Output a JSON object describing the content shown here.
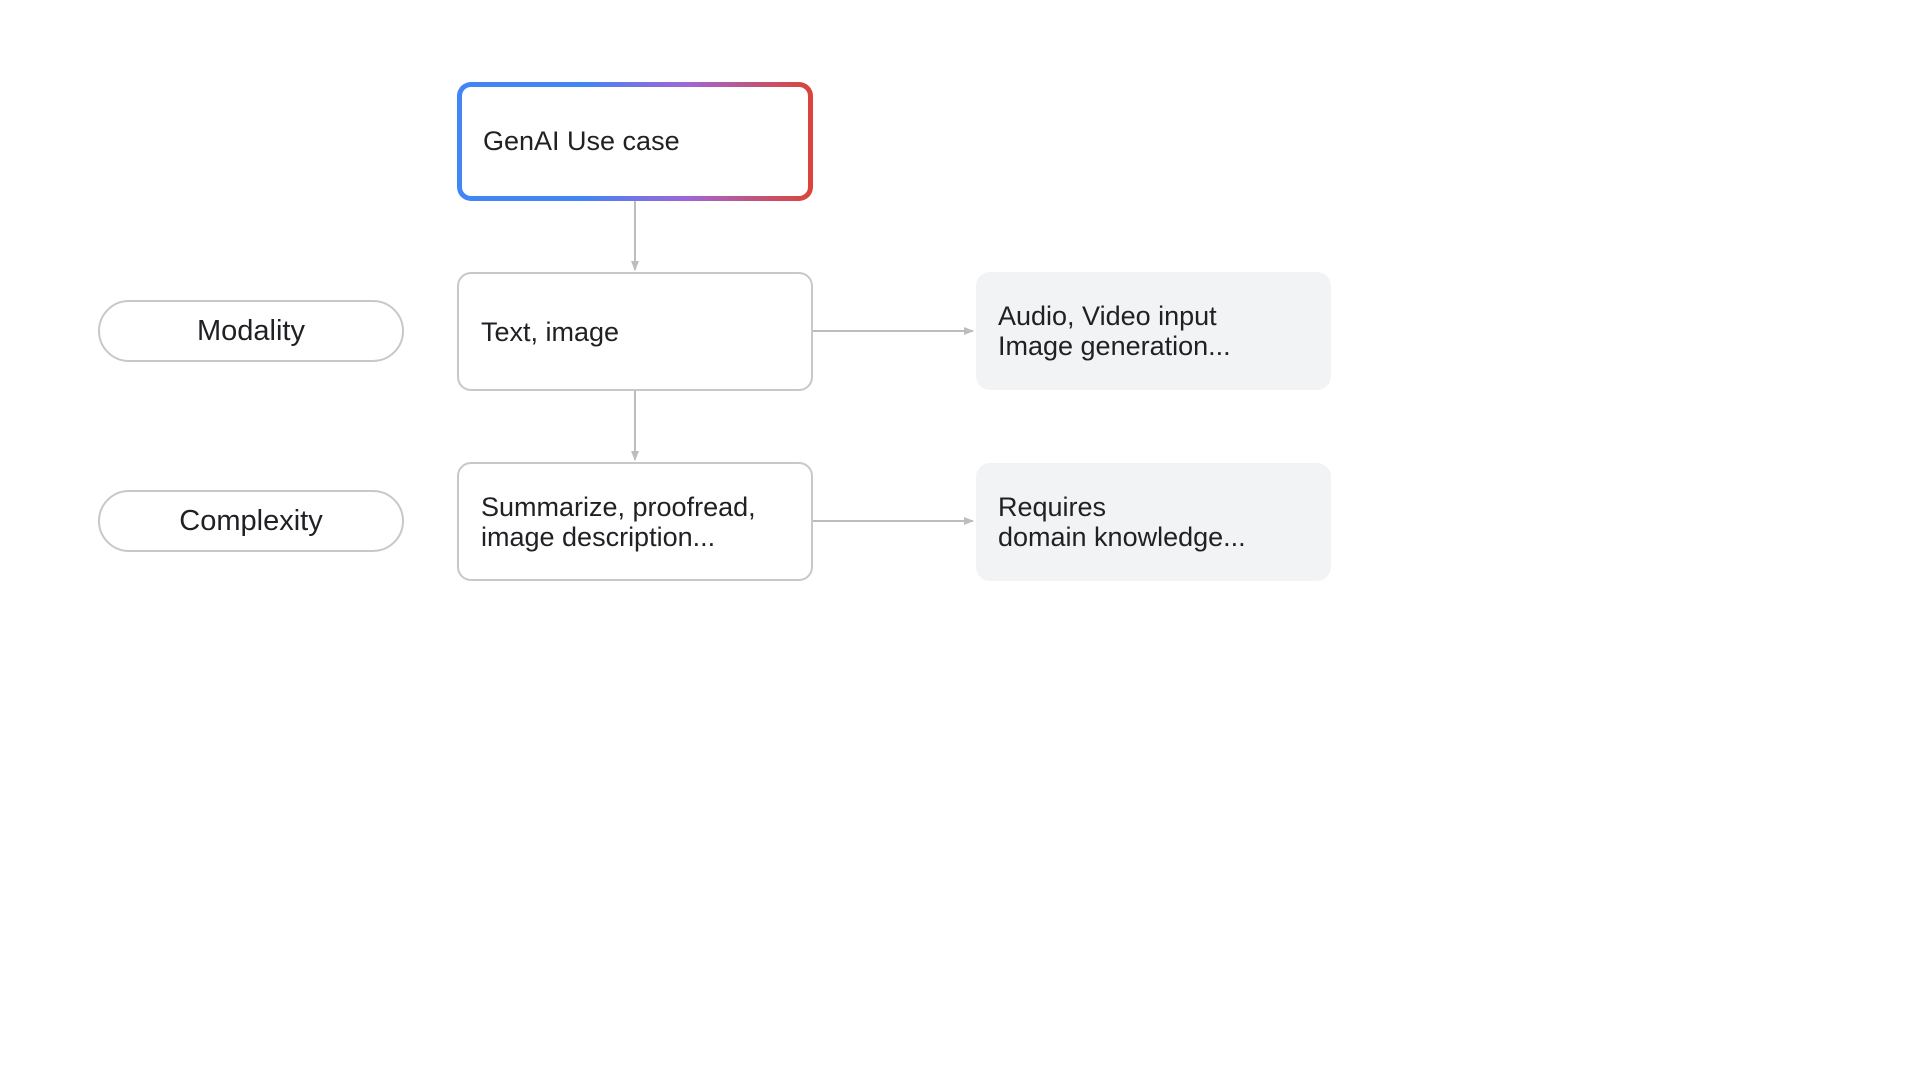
{
  "diagram": {
    "title": "",
    "root": {
      "label": "GenAI Use case"
    },
    "rows": [
      {
        "category": "Modality",
        "middle_lines": [
          "Text, image"
        ],
        "right_lines": [
          "Audio, Video input",
          "Image generation..."
        ]
      },
      {
        "category": "Complexity",
        "middle_lines": [
          "Summarize, proofread,",
          "image description..."
        ],
        "right_lines": [
          "Requires",
          "domain knowledge..."
        ]
      }
    ],
    "colors": {
      "gradient_start": "#4285f4",
      "gradient_end": "#db4437",
      "outline": "#c8c8c8",
      "connector": "#bdbdbd",
      "grey_fill": "#f1f3f4",
      "text": "#202124"
    }
  }
}
